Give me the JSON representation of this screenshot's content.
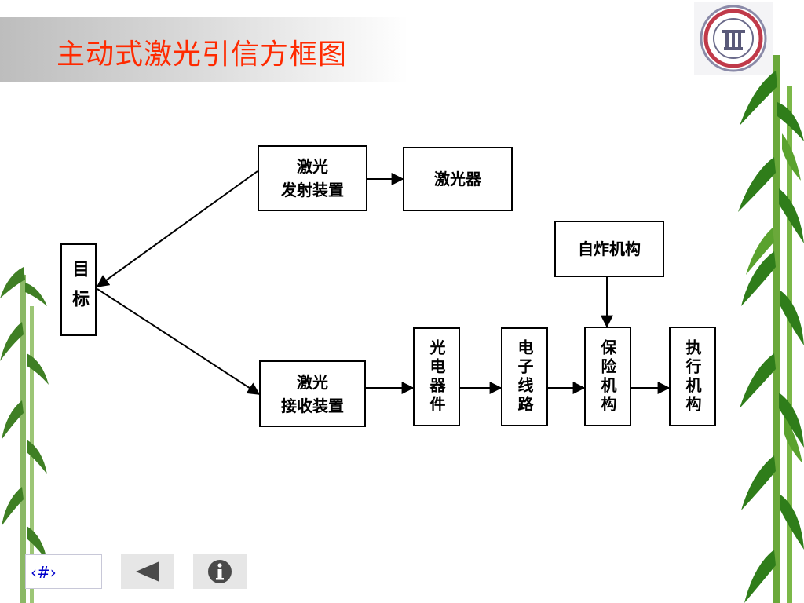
{
  "header": {
    "title": "主动式激光引信方框图"
  },
  "diagram": {
    "boxes": {
      "target": "目标",
      "laser_emitter": "激光\n发射装置",
      "laser": "激光器",
      "self_destruct": "自炸机构",
      "laser_receiver": "激光\n接收装置",
      "photoelectric": "光电器件",
      "electronic_circuit": "电子线路",
      "safety_mechanism": "保险机构",
      "actuator": "执行机构"
    }
  },
  "footer": {
    "page_label": "‹#›",
    "back_icon": "triangle-left-icon",
    "info_icon": "info-icon"
  },
  "colors": {
    "title": "#ff2a00",
    "nav_text": "#0000cc",
    "bamboo": "#3f8f1e"
  }
}
